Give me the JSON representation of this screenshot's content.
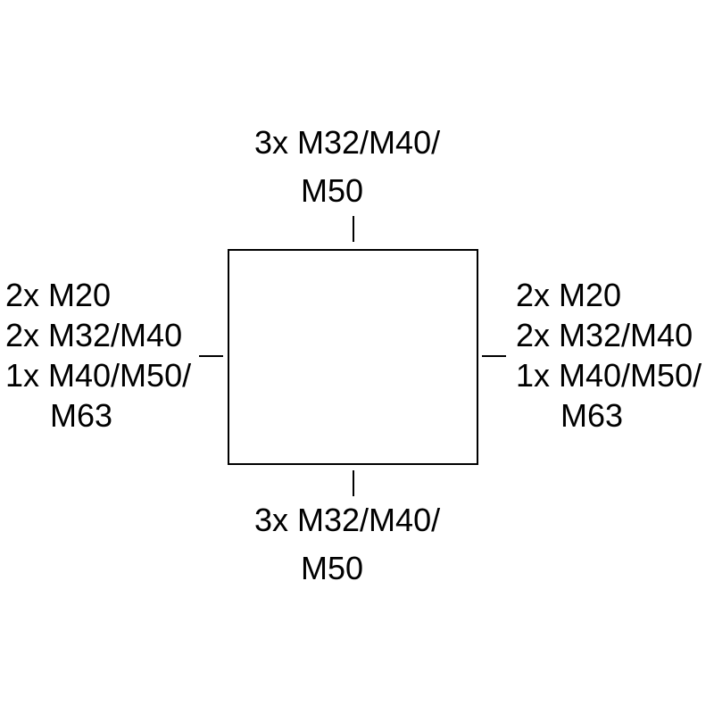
{
  "top": {
    "lines": [
      "3x M32/M40/",
      "M50"
    ]
  },
  "bottom": {
    "lines": [
      "3x M32/M40/",
      "M50"
    ]
  },
  "left": {
    "lines": [
      "2x M20",
      "2x M32/M40",
      "1x M40/M50/",
      "M63"
    ]
  },
  "right": {
    "lines": [
      "2x M20",
      "2x M32/M40",
      "1x M40/M50/",
      "M63"
    ]
  },
  "colors": {
    "stroke": "#000000",
    "background": "#ffffff"
  }
}
